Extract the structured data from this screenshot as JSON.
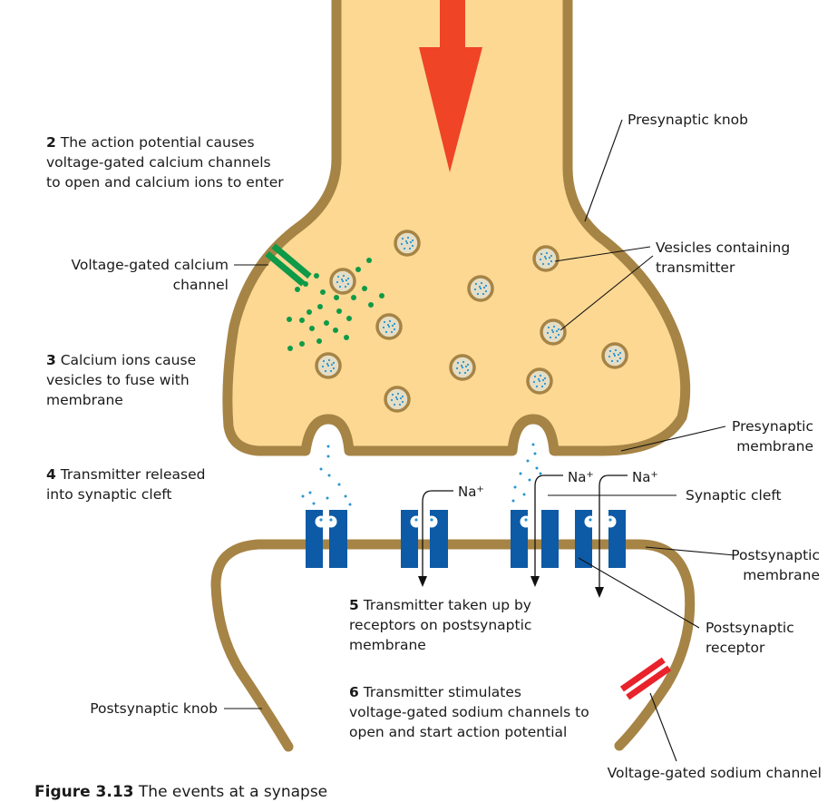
{
  "steps": [
    {
      "num": "2",
      "lines": [
        "The action potential causes",
        "voltage-gated calcium channels",
        "to open and calcium ions to enter"
      ]
    },
    {
      "num": "3",
      "lines": [
        "Calcium ions cause",
        "vesicles to fuse with",
        "membrane"
      ]
    },
    {
      "num": "4",
      "lines": [
        "Transmitter released",
        "into synaptic cleft"
      ]
    },
    {
      "num": "5",
      "lines": [
        "Transmitter taken up by",
        "receptors on postsynaptic",
        "membrane"
      ]
    },
    {
      "num": "6",
      "lines": [
        "Transmitter stimulates",
        "voltage-gated sodium channels to",
        "open and start action potential"
      ]
    }
  ],
  "labels": {
    "presynaptic_knob": "Presynaptic knob",
    "vesicles": [
      "Vesicles containing",
      "transmitter"
    ],
    "calcium_channel": [
      "Voltage-gated calcium",
      "channel"
    ],
    "presynaptic_membrane": [
      "Presynaptic",
      "membrane"
    ],
    "synaptic_cleft": "Synaptic cleft",
    "postsynaptic_membrane": [
      "Postsynaptic",
      "membrane"
    ],
    "postsynaptic_receptor": [
      "Postsynaptic",
      "receptor"
    ],
    "postsynaptic_knob": "Postsynaptic knob",
    "sodium_channel": "Voltage-gated sodium channel"
  },
  "ion": {
    "symbol": "Na",
    "charge": "+"
  },
  "caption": {
    "number": "Figure 3.13",
    "text": "The events at a synapse"
  },
  "colors": {
    "cytoplasm": "#fcd893",
    "membrane": "#a68445",
    "arrow": "#ef4426",
    "calcium_channel": "#0e9a48",
    "sodium_channel": "#e8232b",
    "receptor": "#0d5aa6",
    "calcium_ions": "#0e9a48",
    "transmitter": "#2a95cf"
  }
}
